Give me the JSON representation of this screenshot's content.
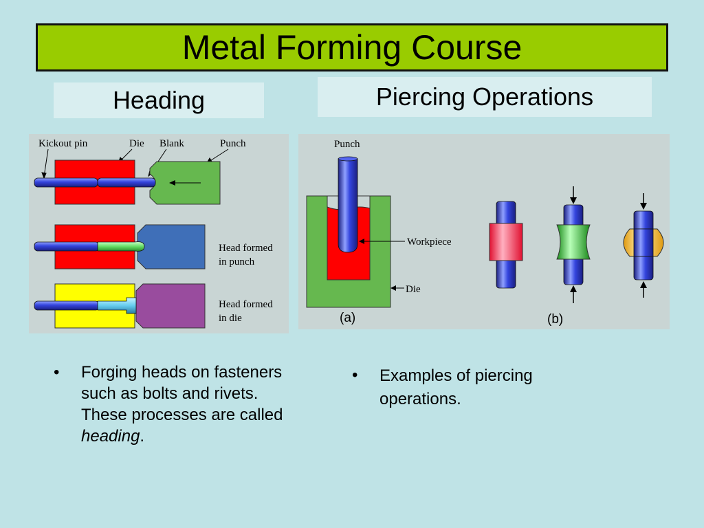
{
  "slide": {
    "title": "Metal Forming Course",
    "left_label": "Heading",
    "right_label": "Piercing Operations"
  },
  "heading_figure": {
    "labels": {
      "kickout_pin": "Kickout pin",
      "die": "Die",
      "blank": "Blank",
      "punch": "Punch",
      "head_in_punch_1": "Head formed",
      "head_in_punch_2": "in punch",
      "head_in_die_1": "Head formed",
      "head_in_die_2": "in die"
    }
  },
  "piercing_figure": {
    "labels": {
      "punch": "Punch",
      "workpiece": "Workpiece",
      "die": "Die",
      "part_a": "(a)",
      "part_b": "(b)"
    }
  },
  "bullets": {
    "left": {
      "symbol": "•",
      "text": "Forging heads on fasteners such as bolts and rivets. These processes are called ",
      "emphasis": "heading",
      "end": "."
    },
    "right": {
      "symbol": "•",
      "text": "Examples of piercing operations."
    }
  },
  "colors": {
    "background": "#bfe3e6",
    "title_fill": "#99cc00",
    "die_red": "#ff0000",
    "punch_green": "#66b84f",
    "pin_blue": "#3344dd",
    "punch_blue": "#3f6fb8",
    "die_yellow": "#ffff00",
    "punch_purple": "#994c9e",
    "ring_green": "#33cc33",
    "ring_orange": "#ffcc33",
    "block_pink": "#ff3355"
  }
}
